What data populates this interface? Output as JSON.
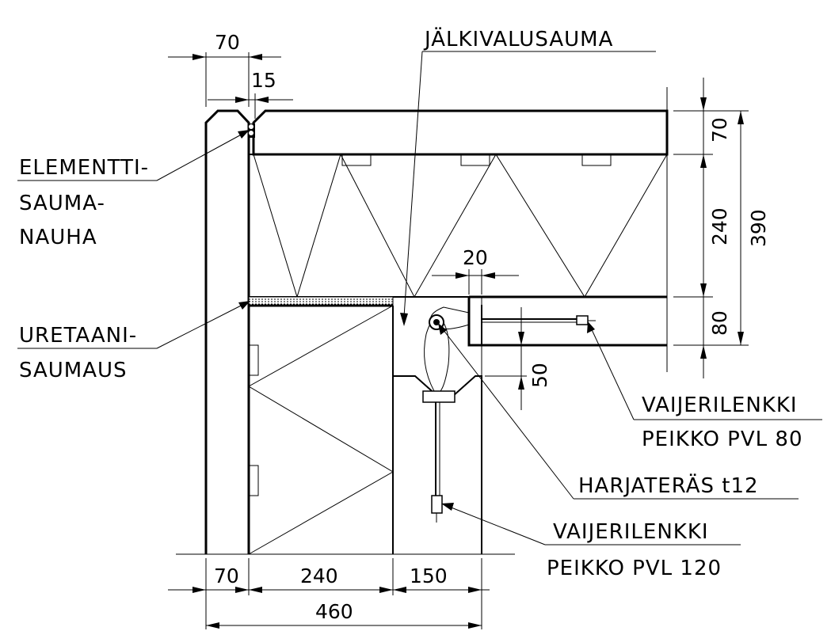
{
  "labels": {
    "jalkivalusauma": "JÄLKIVALUSAUMA",
    "elementti_1": "ELEMENTTI-",
    "elementti_2": "SAUMA-",
    "elementti_3": "NAUHA",
    "uretaani_1": "URETAANI-",
    "uretaani_2": "SAUMAUS",
    "vaijeri80_1": "VAIJERILENKKI",
    "vaijeri80_2": "PEIKKO PVL 80",
    "harjateras": "HARJATERÄS t12",
    "vaijeri120_1": "VAIJERILENKKI",
    "vaijeri120_2": "PEIKKO PVL 120"
  },
  "dimensions": {
    "top_70": "70",
    "top_15": "15",
    "mid_20": "20",
    "right_70": "70",
    "right_240": "240",
    "right_80": "80",
    "right_390": "390",
    "side_50": "50",
    "bottom_70": "70",
    "bottom_240": "240",
    "bottom_150": "150",
    "bottom_460": "460"
  }
}
